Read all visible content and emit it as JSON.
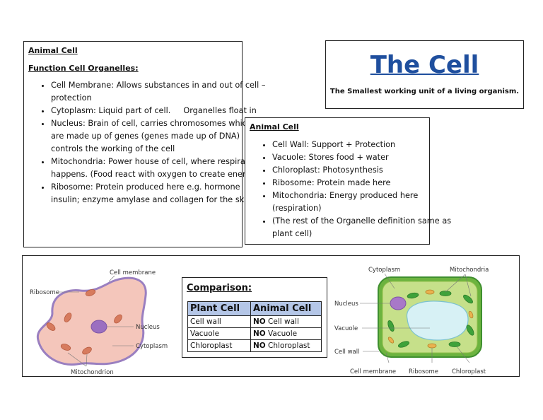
{
  "left_box": {
    "heading": "Animal Cell",
    "subheading": "Function Cell Organelles:",
    "items": [
      "Cell Membrane: Allows substances in and out of cell – protection",
      "Cytoplasm: Liquid part of cell.     Organelles float in",
      "Nucleus: Brain of cell, carries chromosomes which are made up of genes (genes made up of DNA)  controls the working of the cell",
      "Mitochondria: Power house of cell, where respiration happens. (Food react with oxygen to create energy)",
      "Ribosome: Protein produced here e.g. hormone insulin; enzyme amylase and collagen for the skin"
    ]
  },
  "title_box": {
    "title": "The Cell",
    "subtitle": "The Smallest working unit of a living organism."
  },
  "middle_box": {
    "heading": "Animal Cell",
    "items": [
      "Cell Wall: Support + Protection",
      "Vacuole: Stores food + water",
      "Chloroplast: Photosynthesis",
      "Ribosome: Protein made here",
      "Mitochondria: Energy produced here (respiration)",
      "(The rest of the Organelle definition same as plant cell)"
    ]
  },
  "comparison": {
    "title": "Comparison:",
    "headers": [
      "Plant Cell",
      "Animal Cell"
    ],
    "rows": [
      {
        "plant": "Cell wall",
        "no": "NO",
        "animal": " Cell wall"
      },
      {
        "plant": "Vacuole",
        "no": "NO",
        "animal": " Vacuole"
      },
      {
        "plant": "Chloroplast",
        "no": "NO",
        "animal": " Chloroplast"
      }
    ],
    "header_color": "#b4c6e7"
  },
  "animal_diagram": {
    "labels": {
      "membrane": "Cell membrane",
      "ribosome": "Ribosome",
      "nucleus": "Nucleus",
      "cytoplasm": "Cytoplasm",
      "mitochondrion": "Mitochondrion"
    },
    "colors": {
      "cell": "#f4c6bb",
      "outline": "#9a7fc0",
      "nucleus": "#9b6fc0"
    }
  },
  "plant_diagram": {
    "labels": {
      "cytoplasm": "Cytoplasm",
      "mitochondria": "Mitochondria",
      "nucleus": "Nucleus",
      "vacuole": "Vacuole",
      "cell_wall": "Cell wall",
      "cell_membrane": "Cell membrane",
      "ribosome": "Ribosome",
      "chloroplast": "Chloroplast"
    },
    "colors": {
      "wall": "#3f8f2f",
      "cytoplasm": "#c6e08a",
      "vacuole": "#d7f1f5",
      "chloroplast": "#3ea23a",
      "nucleus": "#a878c8"
    }
  },
  "title_color": "#1f4f9e"
}
